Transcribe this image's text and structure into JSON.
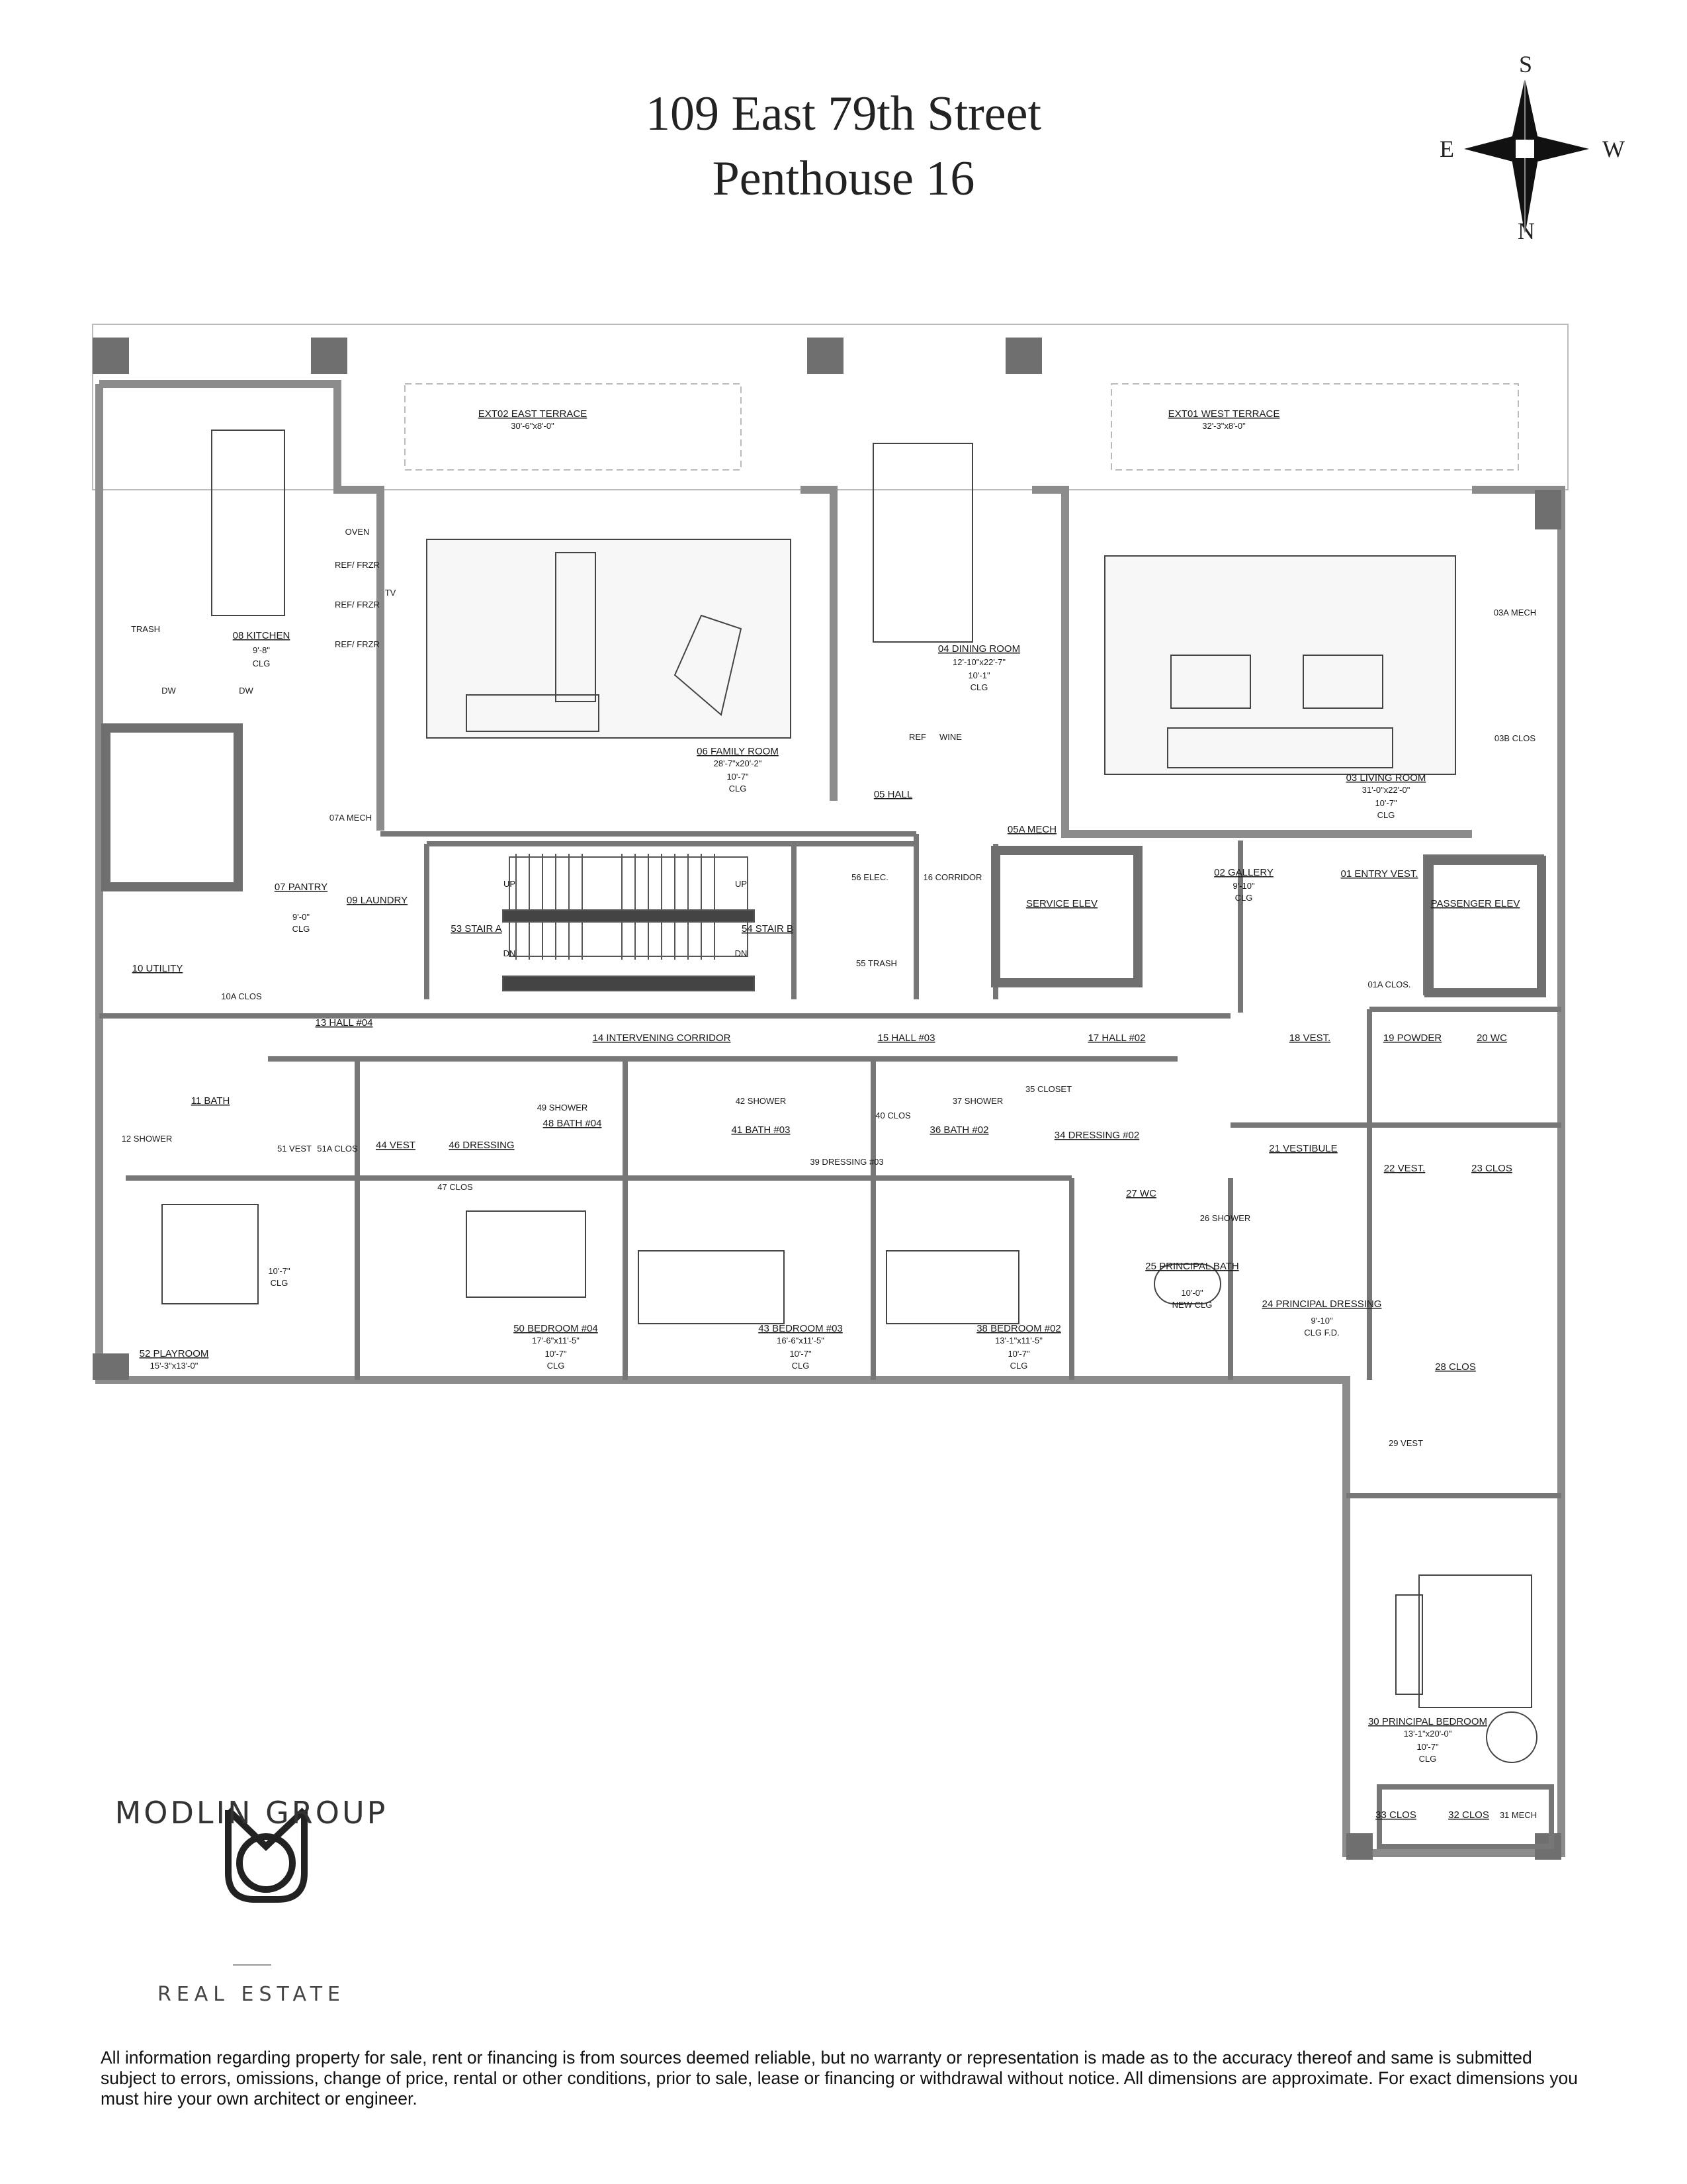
{
  "header": {
    "title_line1": "109 East 79th Street",
    "title_line2": "Penthouse 16"
  },
  "compass": {
    "north": "N",
    "south": "S",
    "east": "E",
    "west": "W"
  },
  "rooms": [
    {
      "name": "EXT02 EAST TERRACE",
      "dims": "30'-6\"x8'-0\""
    },
    {
      "name": "EXT01 WEST TERRACE",
      "dims": "32'-3\"x8'-0\""
    },
    {
      "name": "08 KITCHEN",
      "dims": "9'-8\"",
      "clg": "CLG"
    },
    {
      "name": "04 DINING ROOM",
      "dims": "12'-10\"x22'-7\"",
      "ht": "10'-1\"",
      "clg": "CLG"
    },
    {
      "name": "06 FAMILY ROOM",
      "dims": "28'-7\"x20'-2\"",
      "ht": "10'-7\"",
      "clg": "CLG"
    },
    {
      "name": "03 LIVING ROOM",
      "dims": "31'-0\"x22'-0\"",
      "ht": "10'-7\"",
      "clg": "CLG"
    },
    {
      "name": "02 GALLERY",
      "ht": "9'-10\"",
      "clg": "CLG"
    },
    {
      "name": "07 PANTRY",
      "ht": "9'-0\"",
      "clg": "CLG"
    },
    {
      "name": "50 BEDROOM #04",
      "dims": "17'-6\"x11'-5\"",
      "ht": "10'-7\"",
      "clg": "CLG"
    },
    {
      "name": "43 BEDROOM #03",
      "dims": "16'-6\"x11'-5\"",
      "ht": "10'-7\"",
      "clg": "CLG"
    },
    {
      "name": "38 BEDROOM #02",
      "dims": "13'-1\"x11'-5\"",
      "ht": "10'-7\"",
      "clg": "CLG"
    },
    {
      "name": "52 PLAYROOM",
      "dims": "15'-3\"x13'-0\"",
      "ht": "10'-7\"",
      "clg": "CLG"
    },
    {
      "name": "25 PRINCIPAL BATH",
      "ht": "10'-0\"",
      "clg": "NEW CLG"
    },
    {
      "name": "24 PRINCIPAL DRESSING",
      "ht": "9'-10\"",
      "clg": "CLG F.D."
    },
    {
      "name": "30 PRINCIPAL BEDROOM",
      "dims": "13'-1\"x20'-0\"",
      "ht": "10'-7\"",
      "clg": "CLG"
    }
  ],
  "labels": [
    "OVEN",
    "REF/ FRZR",
    "REF/ FRZR",
    "REF/ FRZR",
    "TV",
    "TRASH",
    "DW",
    "DW",
    "REF",
    "WINE",
    "05 HALL",
    "05A MECH",
    "03A MECH",
    "03B CLOS",
    "07A MECH",
    "09 LAUNDRY",
    "53 STAIR A",
    "54 STAIR B",
    "56 ELEC.",
    "16 CORRIDOR",
    "55 TRASH",
    "SERVICE ELEV",
    "01 ENTRY VEST.",
    "PASSENGER ELEV",
    "01A CLOS.",
    "10 UTILITY",
    "10A CLOS",
    "13 HALL #04",
    "14 INTERVENING CORRIDOR",
    "15 HALL #03",
    "17 HALL #02",
    "18 VEST.",
    "19 POWDER",
    "20 WC",
    "11 BATH",
    "12 SHOWER",
    "51 VEST",
    "51A CLOS",
    "44 VEST",
    "46 DRESSING",
    "47 CLOS",
    "49 SHOWER",
    "48 BATH #04",
    "42 SHOWER",
    "41 BATH #03",
    "40 CLOS",
    "39 DRESSING #03",
    "37 SHOWER",
    "36 BATH #02",
    "35 CLOSET",
    "34 DRESSING #02",
    "21 VESTIBULE",
    "22 VEST.",
    "23 CLOS",
    "27 WC",
    "26 SHOWER",
    "28 CLOS",
    "29 VEST",
    "33 CLOS",
    "32 CLOS",
    "31 MECH",
    "UP",
    "DN",
    "UP",
    "DN"
  ],
  "brand": {
    "name": "MODLIN GROUP",
    "subtitle": "REAL ESTATE"
  },
  "disclaimer": "All information regarding property for sale, rent or financing is from sources deemed reliable, but no warranty or representation is made as to the accuracy thereof and same is submitted subject to errors, omissions, change of price, rental or other conditions, prior to sale, lease or financing or withdrawal without notice. All dimensions are approximate. For exact dimensions you must hire your own architect or engineer.",
  "colors": {
    "wall": "#8c8c8c",
    "wall_dark": "#555555",
    "text": "#1a1a1a"
  }
}
